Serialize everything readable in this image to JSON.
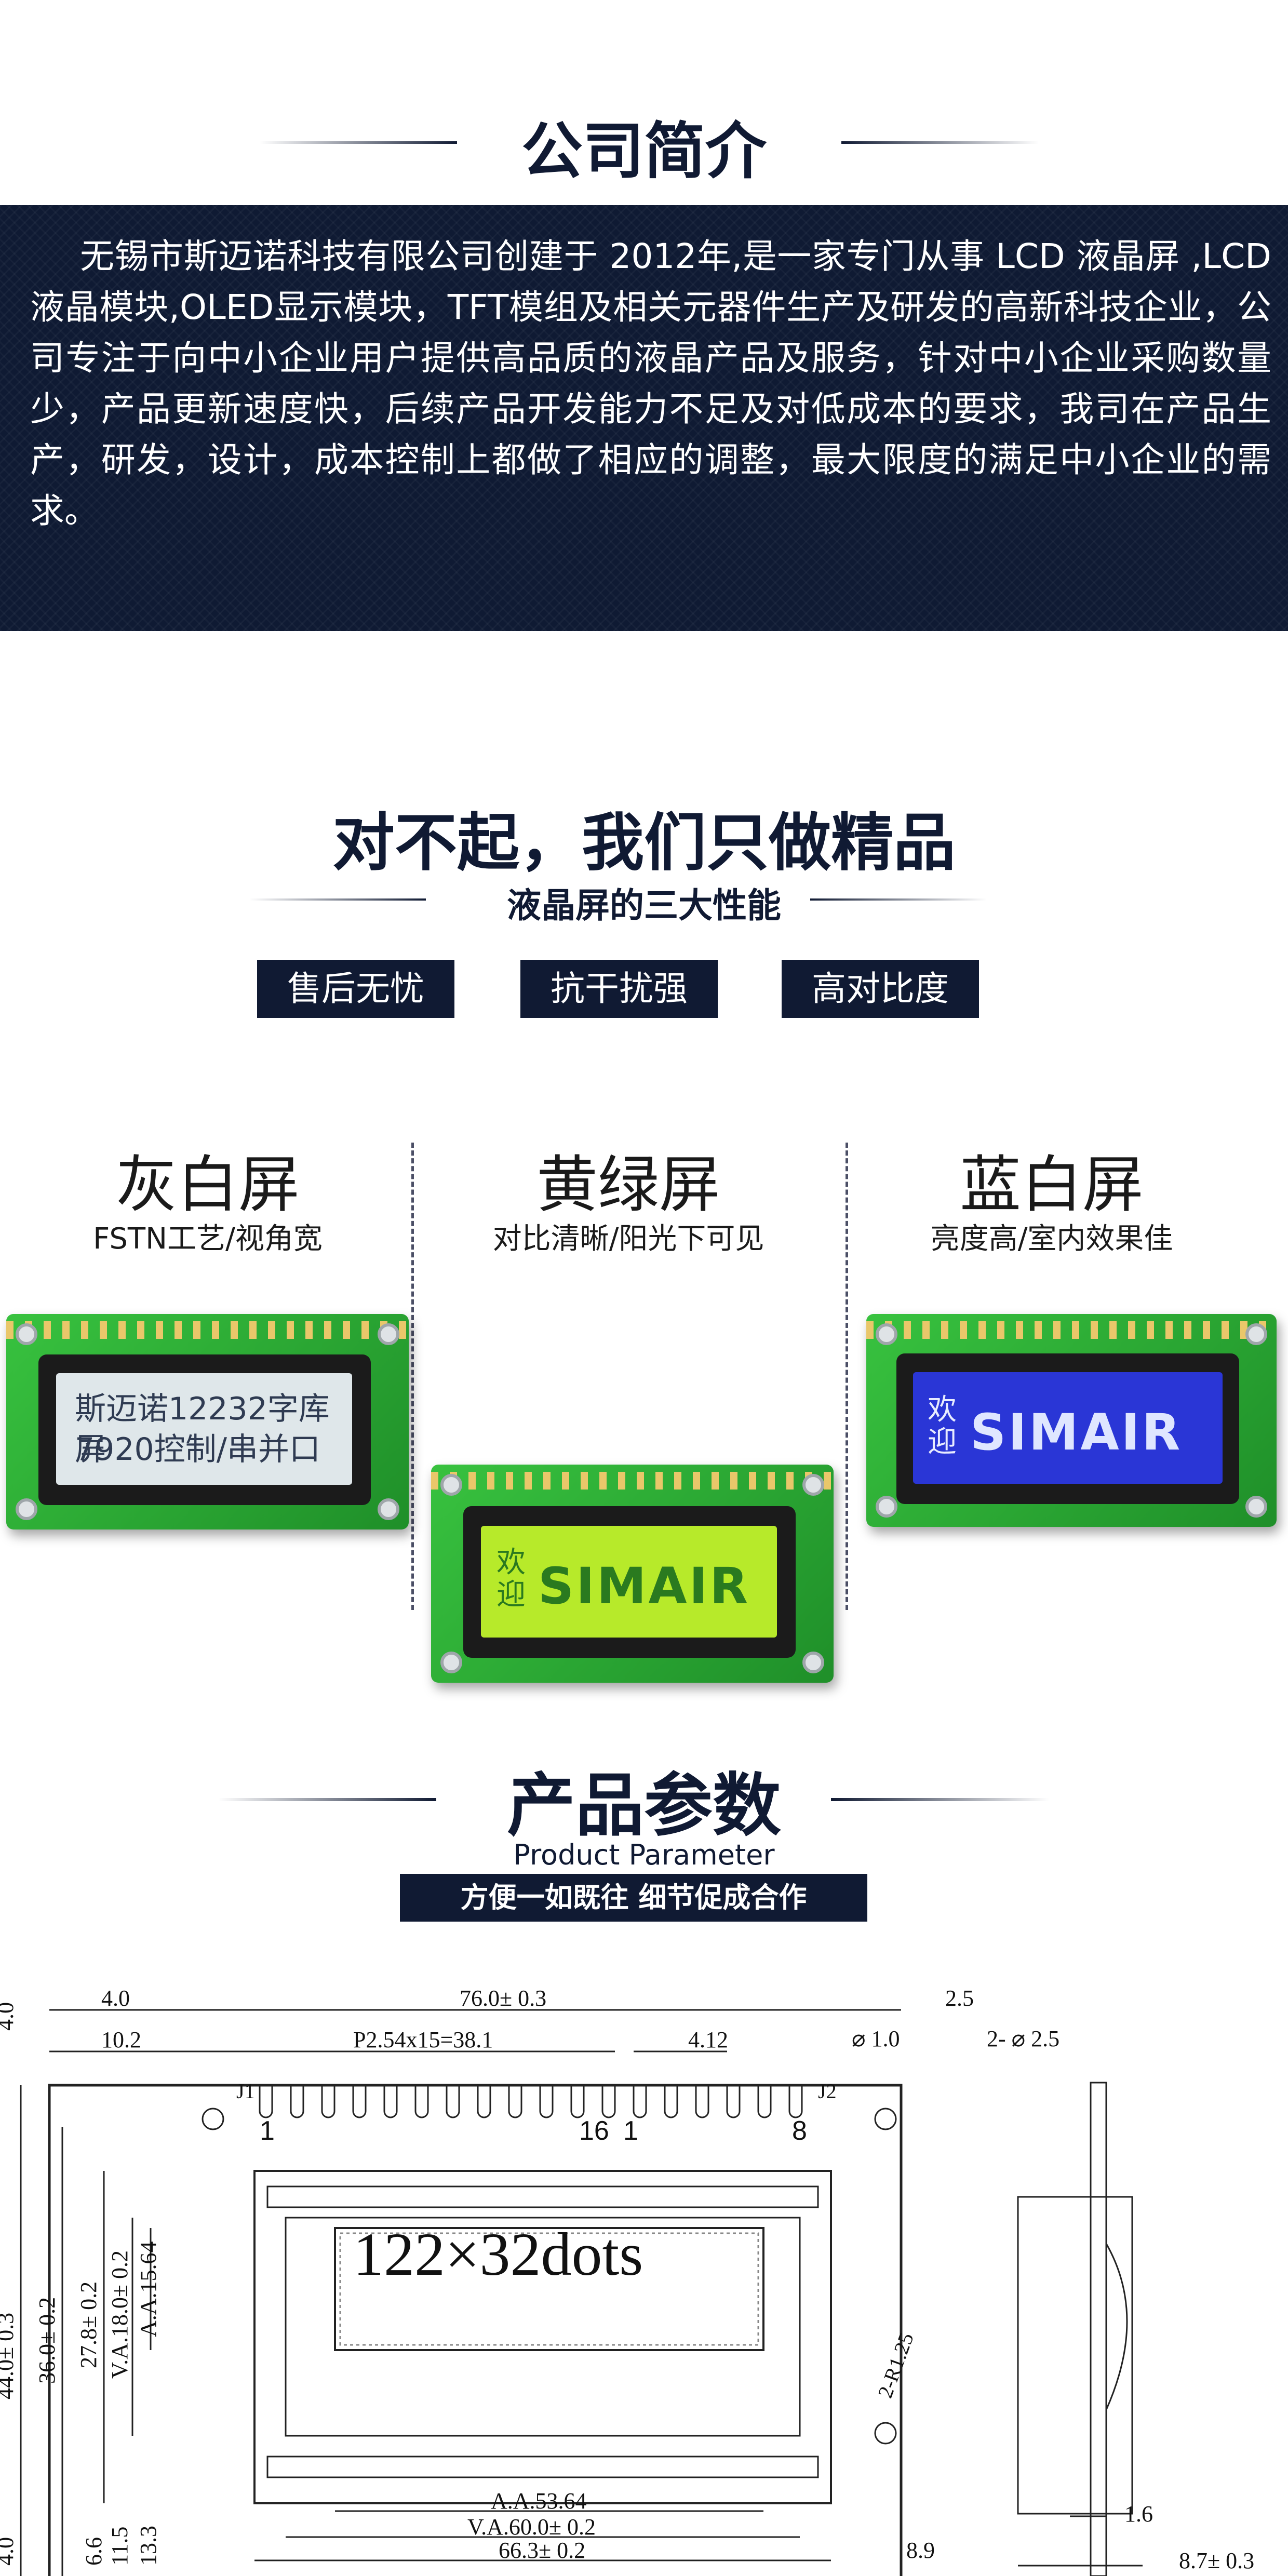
{
  "intro": {
    "title": "公司简介",
    "paragraph": "无锡市斯迈诺科技有限公司创建于 2012年,是一家专门从事 LCD 液晶屏 ,LCD 液晶模块,OLED显示模块，TFT模组及相关元器件生产及研发的高新科技企业，公司专注于向中小企业用户提供高品质的液晶产品及服务，针对中小企业采购数量少，产品更新速度快，后续产品开发能力不足及对低成本的要求，我司在产品生产，研发，设计，成本控制上都做了相应的调整，最大限度的满足中小企业的需求。"
  },
  "slogan": {
    "title": "对不起，我们只做精品",
    "subtitle": "液晶屏的三大性能",
    "tags": [
      "售后无忧",
      "抗干扰强",
      "高对比度"
    ]
  },
  "variants": [
    {
      "name": "灰白屏",
      "desc": "FSTN工艺/视角宽",
      "screen_lines": [
        "斯迈诺12232字库屏",
        "7920控制/串并口"
      ],
      "glass_color": "#dfe7ea"
    },
    {
      "name": "黄绿屏",
      "desc": "对比清晰/阳光下可见",
      "welcome": "欢迎",
      "brand": "SIMAIR",
      "glass_color": "#b7ea2a"
    },
    {
      "name": "蓝白屏",
      "desc": "亮度高/室内效果佳",
      "welcome": "欢迎",
      "brand": "SIMAIR",
      "glass_color": "#2a36d6"
    }
  ],
  "params": {
    "title": "产品参数",
    "subtitle_en": "Product Parameter",
    "tag": "方便一如既往  细节促成合作"
  },
  "drawing": {
    "display_label": "122×32dots",
    "dims": {
      "top_4": "4.0",
      "top_76": "76.0± 0.3",
      "top_10_2": "10.2",
      "pitch": "P2.54x15=38.1",
      "top_4_12": "4.12",
      "hole_1": "⌀ 1.0",
      "hole_2": "2- ⌀ 2.5",
      "top_2_5": "2.5",
      "j1": "J1",
      "j2": "J2",
      "pin_1a": "1",
      "pin_16": "16",
      "pin_1b": "1",
      "pin_8": "8",
      "left_44": "44.0± 0.3",
      "left_36": "36.0± 0.2",
      "left_27_8": "27.8± 0.2",
      "left_va18": "V.A.18.0± 0.2",
      "left_aa15": "A.A.15.64",
      "left_4": "4.0",
      "left_6_6": "6.6",
      "left_11_5": "11.5",
      "left_13_3": "13.3",
      "left_top_4": "4.0",
      "radius": "2-R1.25",
      "bot_aa": "A.A.53.64",
      "bot_va": "V.A.60.0± 0.2",
      "bot_66": "66.3± 0.2",
      "bot_8_9": "8.9",
      "side_1_6": "1.6",
      "side_8_7": "8.7± 0.3"
    }
  },
  "colors": {
    "navy": "#101a33",
    "pcb_green": "#2cae34"
  }
}
